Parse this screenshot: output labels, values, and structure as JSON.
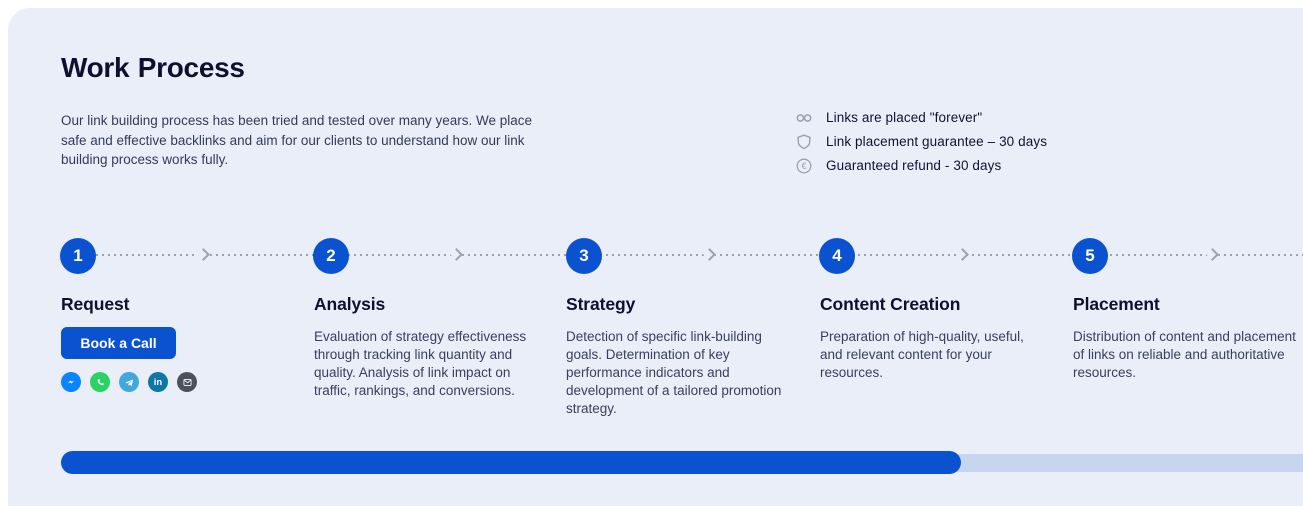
{
  "header": {
    "title": "Work Process",
    "description": "Our link building process has been tried and tested over many years. We place safe and effective backlinks and aim for our clients to understand how our link building process works fully."
  },
  "guarantees": [
    {
      "icon": "infinity-icon",
      "text": "Links are placed \"forever\""
    },
    {
      "icon": "shield-icon",
      "text": "Link placement guarantee – 30 days"
    },
    {
      "icon": "euro-coin-icon",
      "text": "Guaranteed refund - 30 days"
    }
  ],
  "steps": [
    {
      "number": "1",
      "title": "Request",
      "cta_label": "Book a Call",
      "socials": [
        "messenger",
        "whatsapp",
        "telegram",
        "linkedin",
        "email"
      ]
    },
    {
      "number": "2",
      "title": "Analysis",
      "description": "Evaluation of strategy effectiveness through tracking link quantity and quality. Analysis of link impact on traffic, rankings, and conversions."
    },
    {
      "number": "3",
      "title": "Strategy",
      "description": "Detection of specific link-building goals. Determination of key performance indicators and development of a tailored promotion strategy."
    },
    {
      "number": "4",
      "title": "Content Creation",
      "description": "Preparation of high-quality, useful, and relevant content for your resources."
    },
    {
      "number": "5",
      "title": "Placement",
      "description": "Distribution of content and placement of links on reliable and authoritative resources."
    }
  ],
  "linkedin_glyph": "in",
  "progress": {
    "percent": 72
  },
  "colors": {
    "accent_blue": "#0b52d0",
    "panel_background": "#e9eef8",
    "progress_track": "#c6d6ef",
    "heading_text": "#0e102e",
    "body_text": "#39405e",
    "icon_gray": "#99a1b1",
    "messenger": "#0a84ff",
    "whatsapp": "#2bd366",
    "telegram": "#41a8de",
    "linkedin": "#0e76a8",
    "email": "#4d515f"
  }
}
